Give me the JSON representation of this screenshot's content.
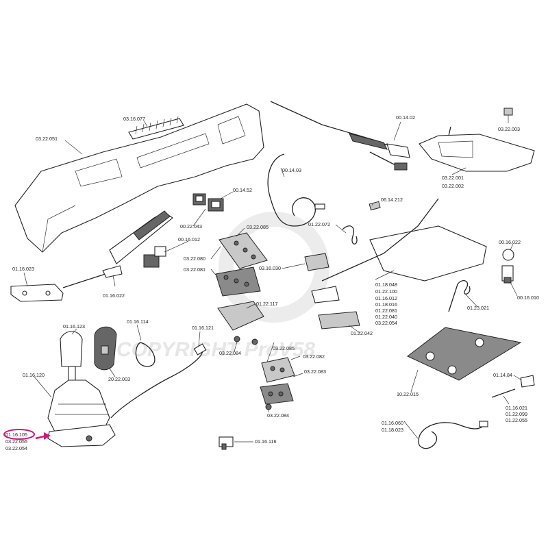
{
  "watermark": "COPYRIGHT ProV58",
  "highlight_color": "#d1177a",
  "highlighted_part": "01.16.105",
  "labels": {
    "l_03_16_077": "03.16.077",
    "l_03_22_051": "03.22.051",
    "l_00_14_02": "00.14.02",
    "l_03_22_003": "03.22.003",
    "l_00_14_03": "00.14.03",
    "l_03_22_001": "03.22.001",
    "l_03_22_002": "03.22.002",
    "l_00_14_52": "00.14.52",
    "l_06_14_212": "06.14.212",
    "l_00_22_043": "00.22.043",
    "l_01_22_072": "01.22.072",
    "l_03_22_085_top": "03.22.085",
    "l_00_16_012": "00.16.012",
    "l_00_16_022": "00.16.022",
    "l_03_22_080": "03.22.080",
    "l_03_16_030": "03.16.030",
    "l_03_22_081": "03.22.081",
    "l_01_16_023": "01.16.023",
    "l_01_16_022": "01.16.022",
    "l_01_22_117": "01.22.117",
    "l_01_18_048": "01.18.048",
    "l_01_22_100": "01.22.100",
    "l_01_16_012": "01.16.012",
    "l_01_18_016": "01.18.016",
    "l_01_22_081": "01.22.081",
    "l_01_22_040": "01.22.040",
    "l_03_22_054_mid": "03.22.054",
    "l_01_23_021": "01.23.021",
    "l_00_16_010": "00.16.010",
    "l_01_22_042": "01.22.042",
    "l_01_16_114": "01.16.114",
    "l_01_16_123": "01.16.123",
    "l_01_16_121": "01.16.121",
    "l_03_22_084_top": "03.22.084",
    "l_20_22_003": "20.22.003",
    "l_03_22_085_bot": "03.22.085",
    "l_03_22_082": "03.22.082",
    "l_03_22_083": "03.22.083",
    "l_01_16_120": "01.16.120",
    "l_10_22_015": "10.22.015",
    "l_01_14_84": "01.14.84",
    "l_03_22_084_bot": "03.22.084",
    "l_01_16_021": "01.16.021",
    "l_01_22_099": "01.22.099",
    "l_01_22_055": "01.22.055",
    "l_01_16_060": "01.16.060",
    "l_01_18_023": "01.18.023",
    "l_01_16_105": "01.16.105",
    "l_03_22_055": "03.22.055",
    "l_03_22_054_bot": "03.22.054",
    "l_01_16_116": "01.16.116"
  }
}
